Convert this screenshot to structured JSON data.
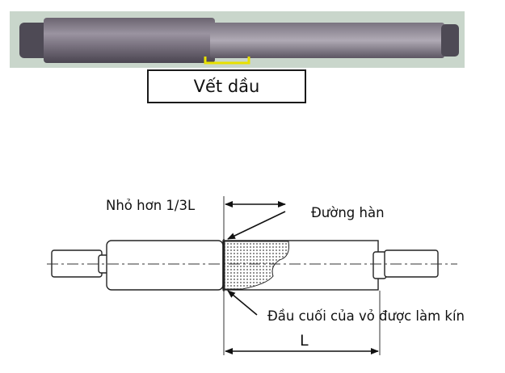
{
  "photo": {
    "callout_label": "Vết dầu"
  },
  "diagram": {
    "label_less_than": "Nhỏ hơn 1/3L",
    "label_weld_line": "Đường hàn",
    "label_sealed_end": "Đầu cuối của vỏ được làm kín",
    "label_length": "L"
  },
  "colors": {
    "outline": "#222222",
    "oil_highlight": "#e8e000",
    "photo_background": "#c9d6cb"
  }
}
